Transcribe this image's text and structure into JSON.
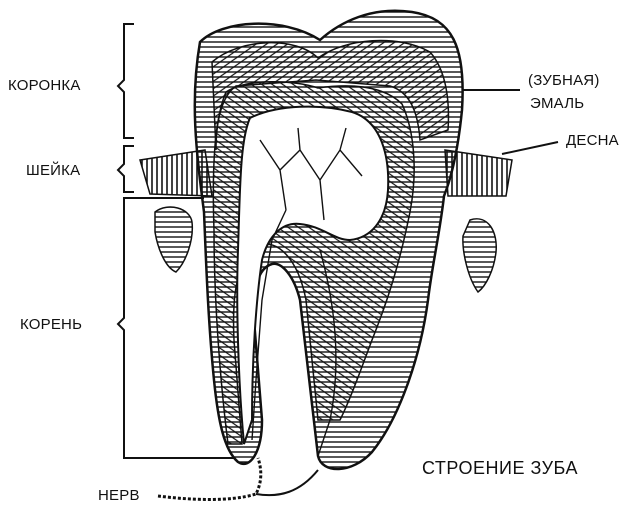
{
  "labels": {
    "crown": "КОРОНКА",
    "neck": "ШЕЙКА",
    "root": "КОРЕНЬ",
    "enamel_line1": "(ЗУБНАЯ)",
    "enamel_line2": "ЭМАЛЬ",
    "gum": "ДЕСНА",
    "nerve": "НЕРВ"
  },
  "caption": "СТРОЕНИЕ ЗУБА",
  "colors": {
    "ink": "#111111",
    "paper": "#ffffff"
  }
}
